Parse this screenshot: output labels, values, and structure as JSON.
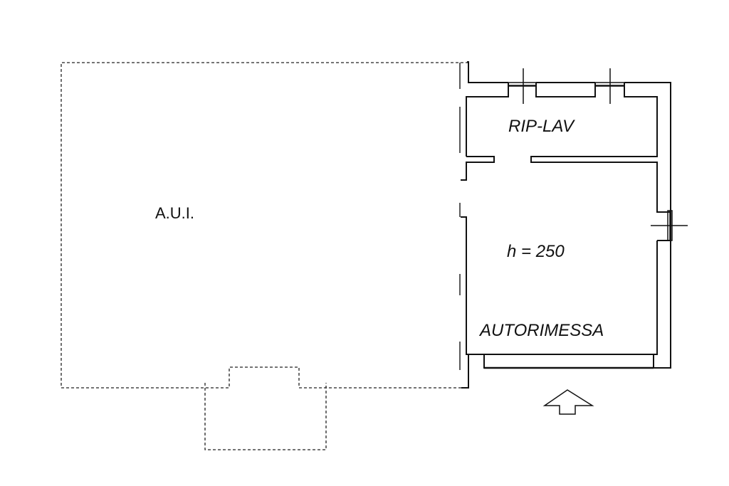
{
  "labels": {
    "aui": "A.U.I.",
    "rip_lav": "RIP-LAV",
    "height": "h = 250",
    "garage": "AUTORIMESSA"
  },
  "colors": {
    "line": "#111111",
    "background": "#ffffff"
  }
}
